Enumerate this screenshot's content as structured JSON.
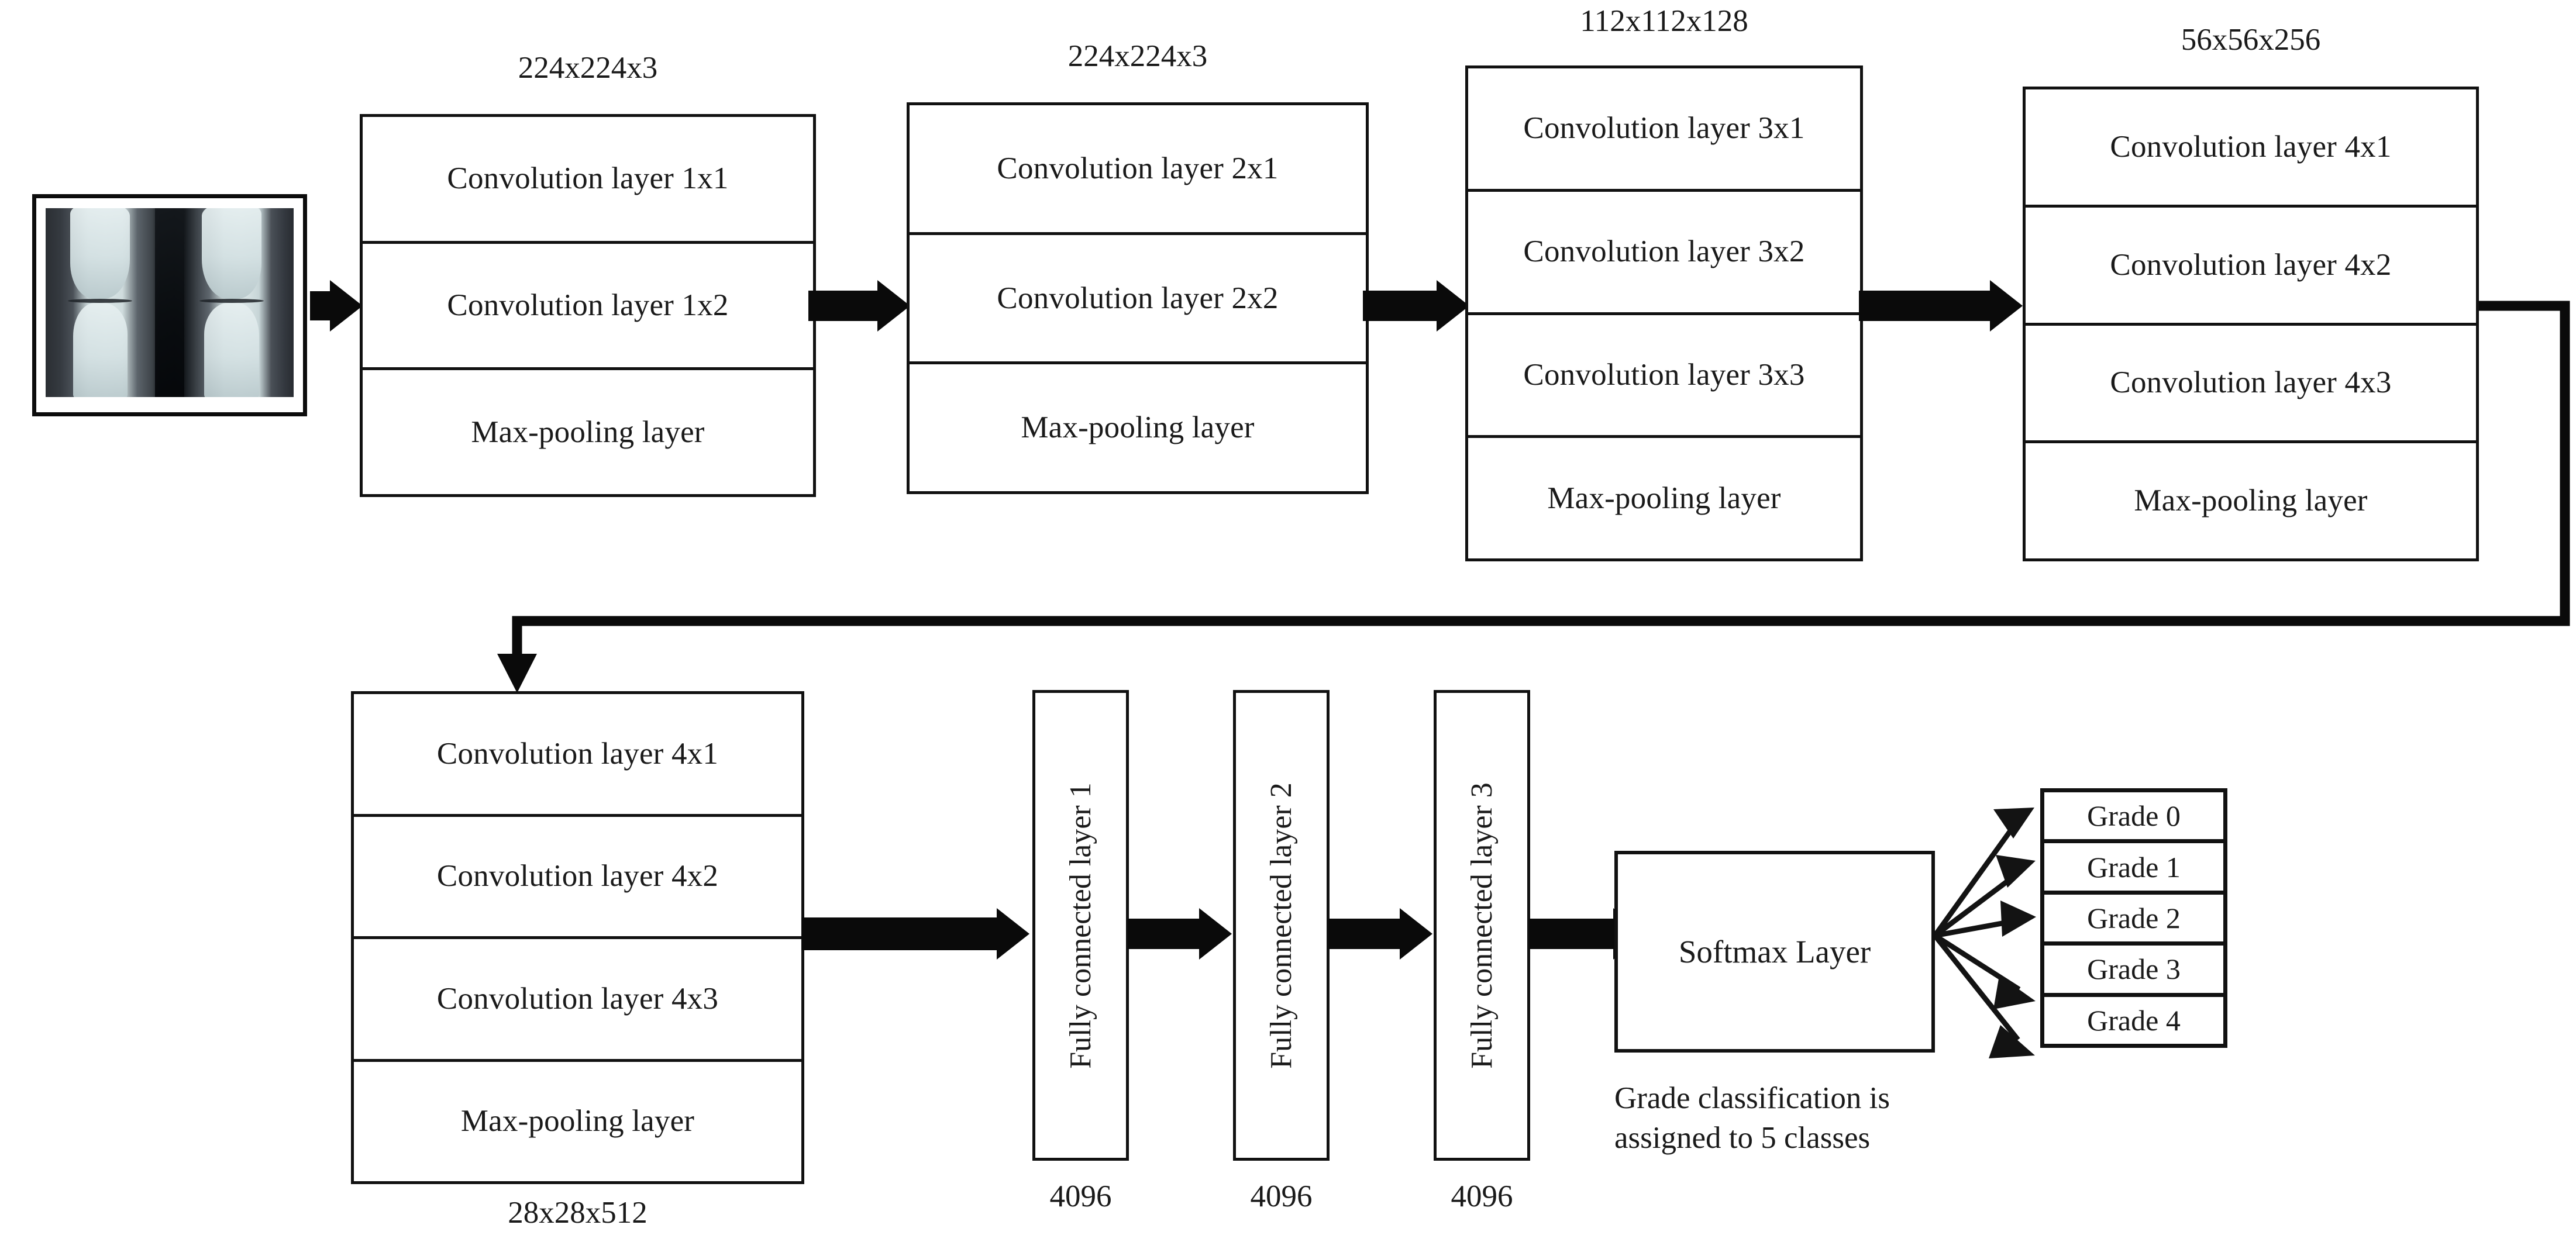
{
  "diagram": {
    "title": "VGG-style CNN architecture for knee osteoarthritis grading",
    "input": {
      "name": "knee-xray-image",
      "alt": "Knee joint X-ray radiograph (both knees, anterior-posterior view)"
    },
    "blocks": [
      {
        "id": "block-1",
        "dim_label": "224x224x3",
        "dim_position": "top",
        "rows": [
          "Convolution layer 1x1",
          "Convolution layer 1x2",
          "Max-pooling layer"
        ]
      },
      {
        "id": "block-2",
        "dim_label": "224x224x3",
        "dim_position": "top",
        "rows": [
          "Convolution layer 2x1",
          "Convolution layer 2x2",
          "Max-pooling layer"
        ]
      },
      {
        "id": "block-3",
        "dim_label": "112x112x128",
        "dim_position": "top",
        "rows": [
          "Convolution layer 3x1",
          "Convolution layer 3x2",
          "Convolution layer 3x3",
          "Max-pooling layer"
        ]
      },
      {
        "id": "block-4",
        "dim_label": "56x56x256",
        "dim_position": "top",
        "rows": [
          "Convolution layer 4x1",
          "Convolution layer 4x2",
          "Convolution layer 4x3",
          "Max-pooling layer"
        ]
      },
      {
        "id": "block-5",
        "dim_label": "28x28x512",
        "dim_position": "bottom",
        "rows": [
          "Convolution layer 4x1",
          "Convolution layer 4x2",
          "Convolution layer 4x3",
          "Max-pooling layer"
        ]
      }
    ],
    "fully_connected": [
      {
        "id": "fc-1",
        "label": "Fully connected layer 1",
        "units": "4096"
      },
      {
        "id": "fc-2",
        "label": "Fully connected layer 2",
        "units": "4096"
      },
      {
        "id": "fc-3",
        "label": "Fully connected layer 3",
        "units": "4096"
      }
    ],
    "softmax": {
      "label": "Softmax Layer",
      "caption": "Grade classification is\nassigned to 5 classes"
    },
    "grades": [
      "Grade 0",
      "Grade 1",
      "Grade 2",
      "Grade 3",
      "Grade 4"
    ],
    "colors": {
      "stroke": "#111111",
      "arrow": "#0a0a0a",
      "background": "#ffffff",
      "text": "#1a1a1a"
    }
  }
}
